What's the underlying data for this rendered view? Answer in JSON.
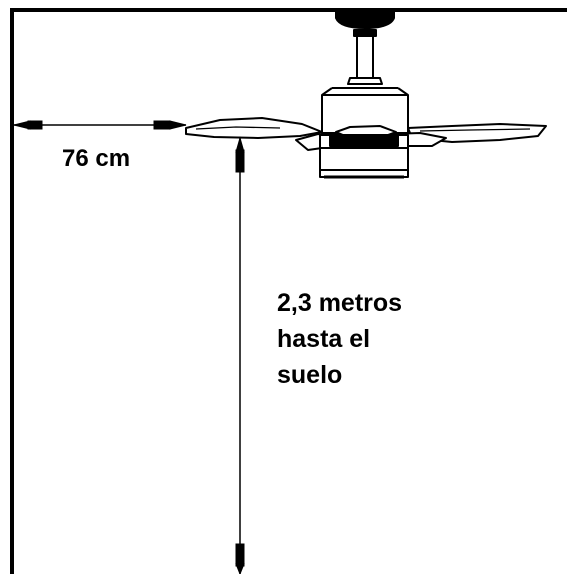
{
  "clearances": {
    "wall_distance_label": "76 cm",
    "floor_height_lines": [
      "2,3 metros",
      "hasta el",
      "suelo"
    ]
  },
  "colors": {
    "line": "#000000",
    "background": "#ffffff"
  },
  "icons": [
    "ceiling-fan-icon",
    "dimension-arrow-icon"
  ]
}
